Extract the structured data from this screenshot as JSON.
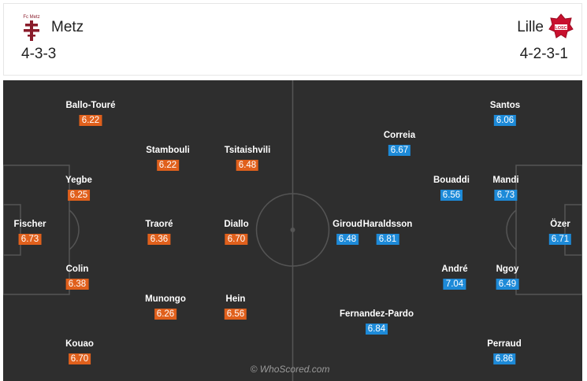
{
  "home": {
    "name": "Metz",
    "formation": "4-3-3",
    "badge_text": "Fc Metz",
    "players": [
      {
        "name": "Ballo-Touré",
        "rating": "6.22"
      },
      {
        "name": "Stambouli",
        "rating": "6.22"
      },
      {
        "name": "Tsitaishvili",
        "rating": "6.48"
      },
      {
        "name": "Yegbe",
        "rating": "6.25"
      },
      {
        "name": "Fischer",
        "rating": "6.73"
      },
      {
        "name": "Traoré",
        "rating": "6.36"
      },
      {
        "name": "Diallo",
        "rating": "6.70"
      },
      {
        "name": "Colin",
        "rating": "6.38"
      },
      {
        "name": "Munongo",
        "rating": "6.26"
      },
      {
        "name": "Hein",
        "rating": "6.56"
      },
      {
        "name": "Kouao",
        "rating": "6.70"
      }
    ]
  },
  "away": {
    "name": "Lille",
    "formation": "4-2-3-1",
    "badge_text": "LOSC",
    "players": [
      {
        "name": "Santos",
        "rating": "6.06"
      },
      {
        "name": "Correia",
        "rating": "6.67"
      },
      {
        "name": "Bouaddi",
        "rating": "6.56"
      },
      {
        "name": "Mandi",
        "rating": "6.73"
      },
      {
        "name": "Giroud",
        "rating": "6.48"
      },
      {
        "name": "Haraldsson",
        "rating": "6.81"
      },
      {
        "name": "Özer",
        "rating": "6.71"
      },
      {
        "name": "André",
        "rating": "7.04"
      },
      {
        "name": "Ngoy",
        "rating": "6.49"
      },
      {
        "name": "Fernandez-Pardo",
        "rating": "6.84"
      },
      {
        "name": "Perraud",
        "rating": "6.86"
      }
    ]
  },
  "watermark": "© WhoScored.com",
  "colors": {
    "home_rating": "#e0601c",
    "away_rating": "#1d8ad8",
    "pitch": "#2e2e2e",
    "pitch_lines": "#555555"
  }
}
